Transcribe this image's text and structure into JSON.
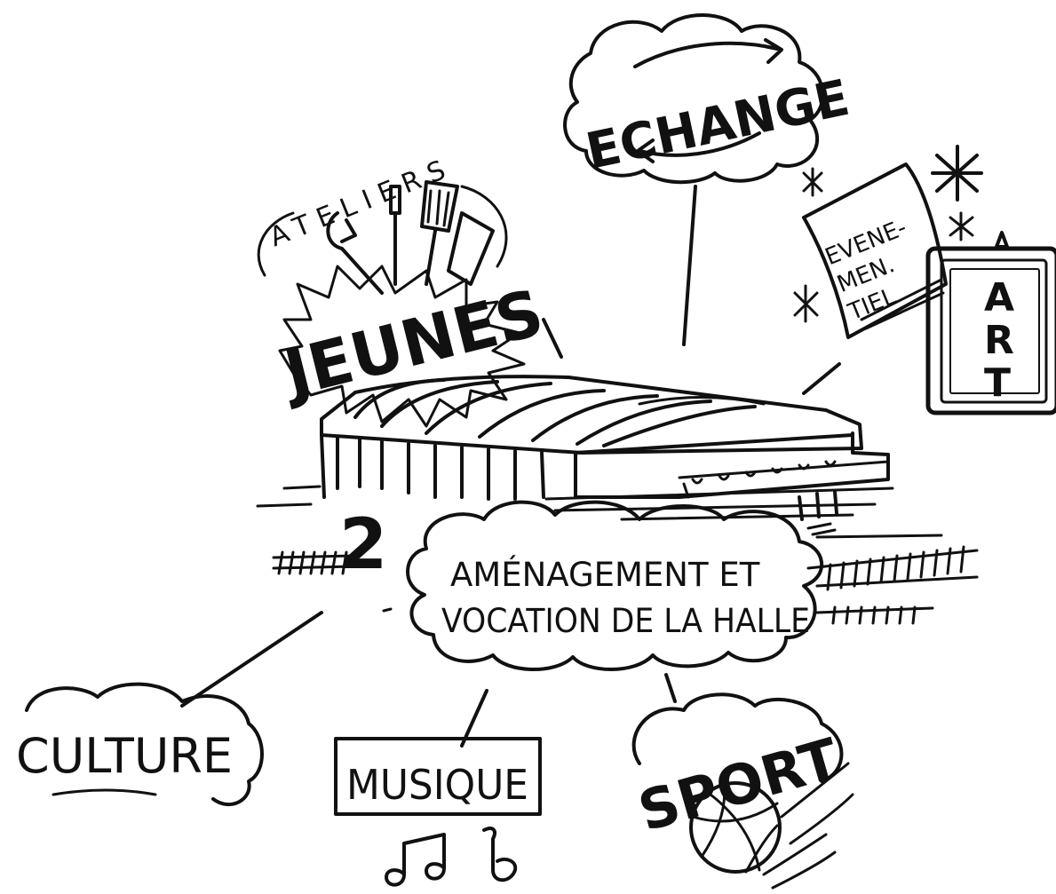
{
  "central": {
    "number": "2",
    "title_line1": "AMÉNAGEMENT ET",
    "title_line2": "VOCATION DE LA HALLE"
  },
  "branches": {
    "echange": "ECHANGE",
    "ateliers": "ATELIERS",
    "jeunes": "JEUNES",
    "evenementiel_line1": "EVENE-",
    "evenementiel_line2": "MEN.",
    "evenementiel_line3": "TIEL",
    "art_a": "A",
    "art_r": "R",
    "art_t": "T",
    "culture": "CULTURE",
    "musique": "MUSIQUE",
    "sport": "SPORT"
  },
  "ink_color": "#111111",
  "icons": [
    "wrench-icon",
    "screwdriver-icon",
    "paintbrush-icon",
    "comb-icon",
    "music-note-icon",
    "basketball-icon",
    "star-icon",
    "arrow-cycle-icon",
    "frame-icon"
  ]
}
